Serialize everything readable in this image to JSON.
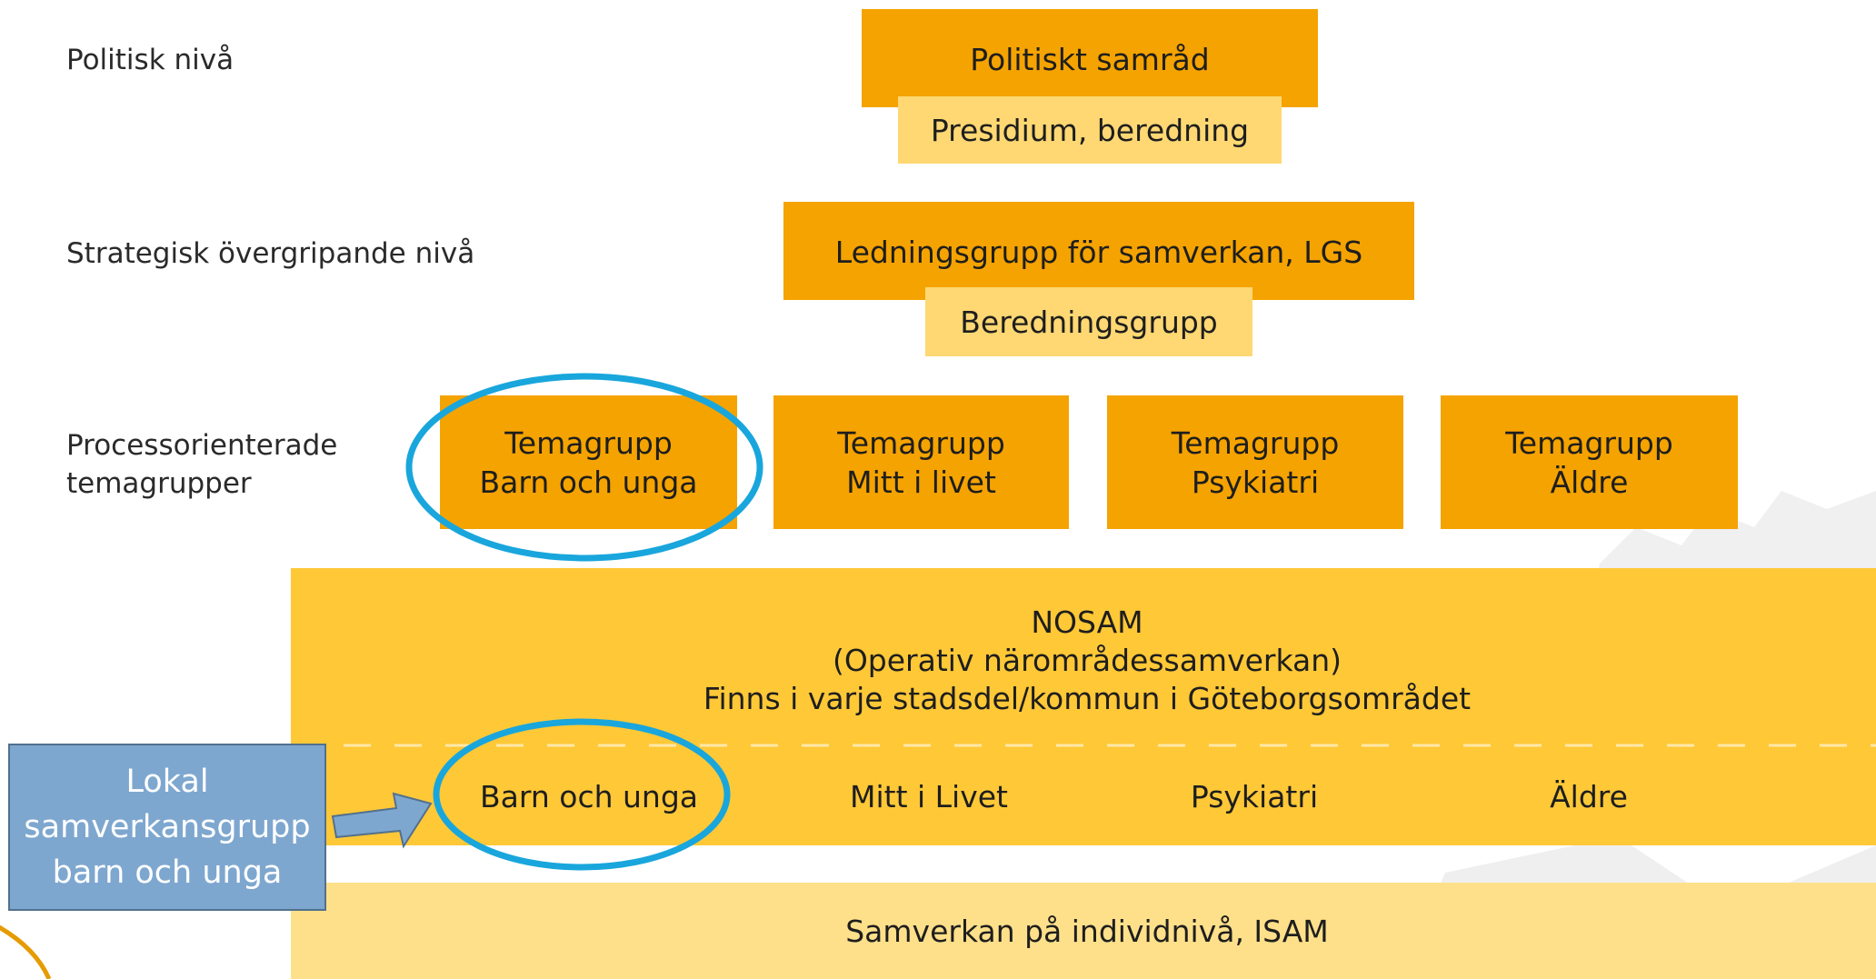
{
  "levels": {
    "political": "Politisk nivå",
    "strategic": "Strategisk övergripande nivå",
    "process_line1": "Processorienterade",
    "process_line2": "temagrupper"
  },
  "political": {
    "main": "Politiskt samråd",
    "sub": "Presidium, beredning"
  },
  "strategic": {
    "main": "Ledningsgrupp för samverkan, LGS",
    "sub": "Beredningsgrupp"
  },
  "themes": [
    {
      "line1": "Temagrupp",
      "line2": "Barn och unga"
    },
    {
      "line1": "Temagrupp",
      "line2": "Mitt i livet"
    },
    {
      "line1": "Temagrupp",
      "line2": "Psykiatri"
    },
    {
      "line1": "Temagrupp",
      "line2": "Äldre"
    }
  ],
  "nosam": {
    "title": "NOSAM",
    "line2": "(Operativ närområdessamverkan)",
    "line3": "Finns i varje stadsdel/kommun i Göteborgsområdet",
    "groups": [
      "Barn och unga",
      "Mitt i Livet",
      "Psykiatri",
      "Äldre"
    ]
  },
  "isam": "Samverkan på individnivå, ISAM",
  "callout": {
    "line1": "Lokal",
    "line2": "samverkansgrupp",
    "line3": "barn och unga"
  },
  "colors": {
    "orange": "#f5a300",
    "light_yellow": "#ffd873",
    "yellow_band": "#ffc837",
    "pale_band": "#ffe08a",
    "highlight_ring": "#19a6dc",
    "callout": "#7ea7cf"
  }
}
